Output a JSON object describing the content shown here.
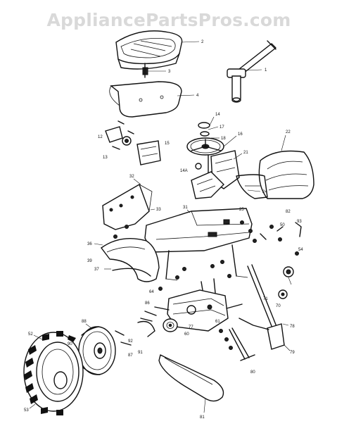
{
  "watermark": "AppliancePartsPros.com",
  "callouts": [
    {
      "id": "c1",
      "text": "1"
    },
    {
      "id": "c2",
      "text": "2"
    },
    {
      "id": "c3",
      "text": "3"
    },
    {
      "id": "c4",
      "text": "4"
    },
    {
      "id": "c12",
      "text": "12"
    },
    {
      "id": "c13",
      "text": "13"
    },
    {
      "id": "c14",
      "text": "14"
    },
    {
      "id": "c14a",
      "text": "14A"
    },
    {
      "id": "c15",
      "text": "15"
    },
    {
      "id": "c16",
      "text": "16"
    },
    {
      "id": "c17",
      "text": "17"
    },
    {
      "id": "c18",
      "text": "18"
    },
    {
      "id": "c21",
      "text": "21"
    },
    {
      "id": "c22",
      "text": "22"
    },
    {
      "id": "c24",
      "text": "24"
    },
    {
      "id": "c25",
      "text": "25"
    },
    {
      "id": "c31",
      "text": "31"
    },
    {
      "id": "c32",
      "text": "32"
    },
    {
      "id": "c33",
      "text": "33"
    },
    {
      "id": "c36",
      "text": "36"
    },
    {
      "id": "c37",
      "text": "37"
    },
    {
      "id": "c39",
      "text": "39"
    },
    {
      "id": "c50",
      "text": "50"
    },
    {
      "id": "c52",
      "text": "52"
    },
    {
      "id": "c53",
      "text": "53"
    },
    {
      "id": "c54",
      "text": "54"
    },
    {
      "id": "c60",
      "text": "60"
    },
    {
      "id": "c61",
      "text": "61"
    },
    {
      "id": "c64",
      "text": "64"
    },
    {
      "id": "c70",
      "text": "70"
    },
    {
      "id": "c71",
      "text": "71"
    },
    {
      "id": "c77",
      "text": "77"
    },
    {
      "id": "c78",
      "text": "78"
    },
    {
      "id": "c79",
      "text": "79"
    },
    {
      "id": "c80",
      "text": "80"
    },
    {
      "id": "c81",
      "text": "81"
    },
    {
      "id": "c82",
      "text": "82"
    },
    {
      "id": "c86",
      "text": "86"
    },
    {
      "id": "c87",
      "text": "87"
    },
    {
      "id": "c88",
      "text": "88"
    },
    {
      "id": "c90",
      "text": "90"
    },
    {
      "id": "c91",
      "text": "91"
    },
    {
      "id": "c92",
      "text": "92"
    },
    {
      "id": "c93",
      "text": "93"
    }
  ]
}
